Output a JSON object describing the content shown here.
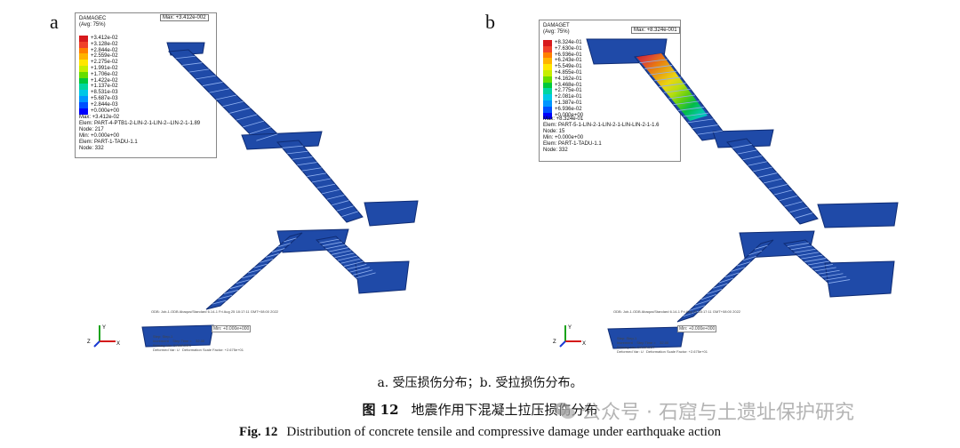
{
  "panels": [
    {
      "letter": "a",
      "legend": {
        "title": "DAMAGEC\n(Avg: 75%)",
        "entries": [
          {
            "value": "+3.412e-02",
            "color": "#d7191c"
          },
          {
            "value": "+3.128e-02",
            "color": "#f0412a"
          },
          {
            "value": "+2.844e-02",
            "color": "#ff7f00"
          },
          {
            "value": "+2.559e-02",
            "color": "#ffb300"
          },
          {
            "value": "+2.275e-02",
            "color": "#ffe600"
          },
          {
            "value": "+1.991e-02",
            "color": "#c6ee00"
          },
          {
            "value": "+1.706e-02",
            "color": "#66dd00"
          },
          {
            "value": "+1.422e-02",
            "color": "#00c83c"
          },
          {
            "value": "+1.137e-02",
            "color": "#00d6a0"
          },
          {
            "value": "+8.531e-03",
            "color": "#00c8e6"
          },
          {
            "value": "+5.687e-03",
            "color": "#0096ff"
          },
          {
            "value": "+2.844e-03",
            "color": "#0050ff"
          },
          {
            "value": "+0.000e+00",
            "color": "#0000ff"
          }
        ],
        "info": "Max: +3.412e-02\nElem: PART-4-PTB1-2-LIN-2-1-LIN-2--LIN-2-1-1.89\nNode: 217\nMin: +0.000e+00\nElem: PART-1-TADU-1.1\nNode: 332"
      },
      "max_tag": "Max: +3.412e-002",
      "odb_line": "ODB: Job-1.ODB    Abaqus/Standard 6.14-1   Fri Aug 25 18:17:11 GMT+08:00 2022",
      "step_line": "Step: Step-1\nIncrement  : Step Time =    32.00\nPrimary Var: DAMAGEC\nDeformed Var: U   Deformation Scale Factor: +2.675e+01",
      "min_tag": "Min: +0.000e+000",
      "triad": {
        "x": "X",
        "y": "Y",
        "z": "Z"
      }
    },
    {
      "letter": "b",
      "legend": {
        "title": "DAMAGET\n(Avg: 75%)",
        "entries": [
          {
            "value": "+8.324e-01",
            "color": "#d7191c"
          },
          {
            "value": "+7.630e-01",
            "color": "#f0412a"
          },
          {
            "value": "+6.936e-01",
            "color": "#ff7f00"
          },
          {
            "value": "+6.243e-01",
            "color": "#ffb300"
          },
          {
            "value": "+5.549e-01",
            "color": "#ffe600"
          },
          {
            "value": "+4.855e-01",
            "color": "#c6ee00"
          },
          {
            "value": "+4.162e-01",
            "color": "#66dd00"
          },
          {
            "value": "+3.468e-01",
            "color": "#00c83c"
          },
          {
            "value": "+2.775e-01",
            "color": "#00d6a0"
          },
          {
            "value": "+2.081e-01",
            "color": "#00c8e6"
          },
          {
            "value": "+1.387e-01",
            "color": "#0096ff"
          },
          {
            "value": "+6.936e-02",
            "color": "#0050ff"
          },
          {
            "value": "+0.000e+00",
            "color": "#0000ff"
          }
        ],
        "info": "Max: +8.324e-01\nElem: PART-5-1-LIN-2-1-LIN-2-1-LIN-LIN-2-1-1.6\nNode: 15\nMin: +0.000e+00\nElem: PART-1-TADU-1.1\nNode: 332"
      },
      "max_tag": "Max: +8.324e-001",
      "odb_line": "ODB: Job-1.ODB    Abaqus/Standard 6.14-1   Fri Aug 25 18:17:11 GMT+08:00 2022",
      "step_line": "Step: Step-1\nIncrement  : Step Time =    32.00\nPrimary Var: DAMAGET\nDeformed Var: U   Deformation Scale Factor: +2.675e+01",
      "min_tag": "Min: +0.000e+000",
      "triad": {
        "x": "X",
        "y": "Y",
        "z": "Z"
      }
    }
  ],
  "caption": {
    "sub": "a. 受压损伤分布；b. 受拉损伤分布。",
    "cn_num": "图 12",
    "cn_text": "地震作用下混凝土拉压损伤分布",
    "en_num": "Fig. 12",
    "en_text": "Distribution of concrete tensile and compressive damage under earthquake action"
  },
  "watermark": "公众号 · 石窟与土遗址保护研究",
  "colors": {
    "structure": "#1f4aa8",
    "structure_dark": "#0f2c74",
    "tension": "#ff3b1a"
  }
}
